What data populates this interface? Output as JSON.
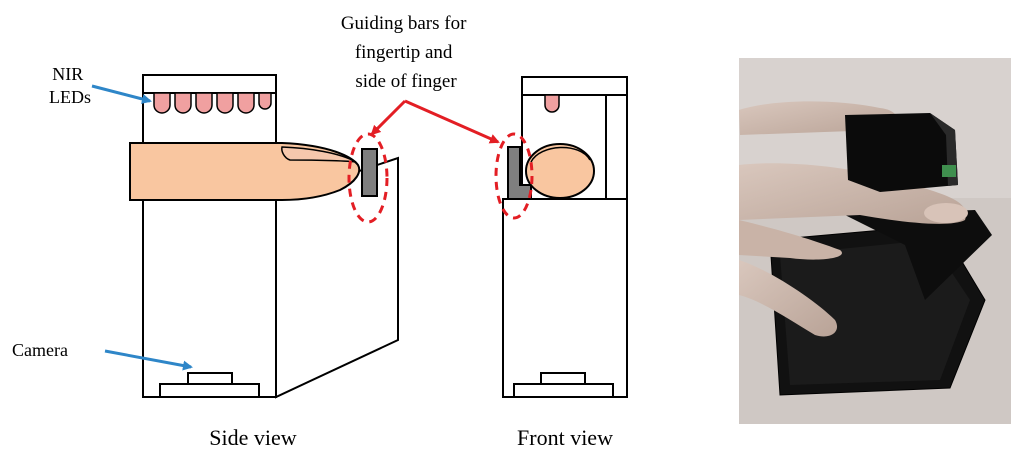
{
  "labels": {
    "nir_leds_line1": "NIR",
    "nir_leds_line2": "LEDs",
    "camera": "Camera",
    "guiding_line1": "Guiding bars for",
    "guiding_line2": "fingertip  and",
    "guiding_line3": "side of finger",
    "side_view": "Side view",
    "front_view": "Front view"
  },
  "colors": {
    "arrow_blue": "#2e86c8",
    "arrow_red": "#e31e24",
    "led_pink": "#f0a0a0",
    "finger_skin": "#f9c6a0",
    "guide_bar_gray": "#7f7f7f",
    "outline": "#000000"
  },
  "photo": {
    "description_icon": "finger-device-photo"
  }
}
